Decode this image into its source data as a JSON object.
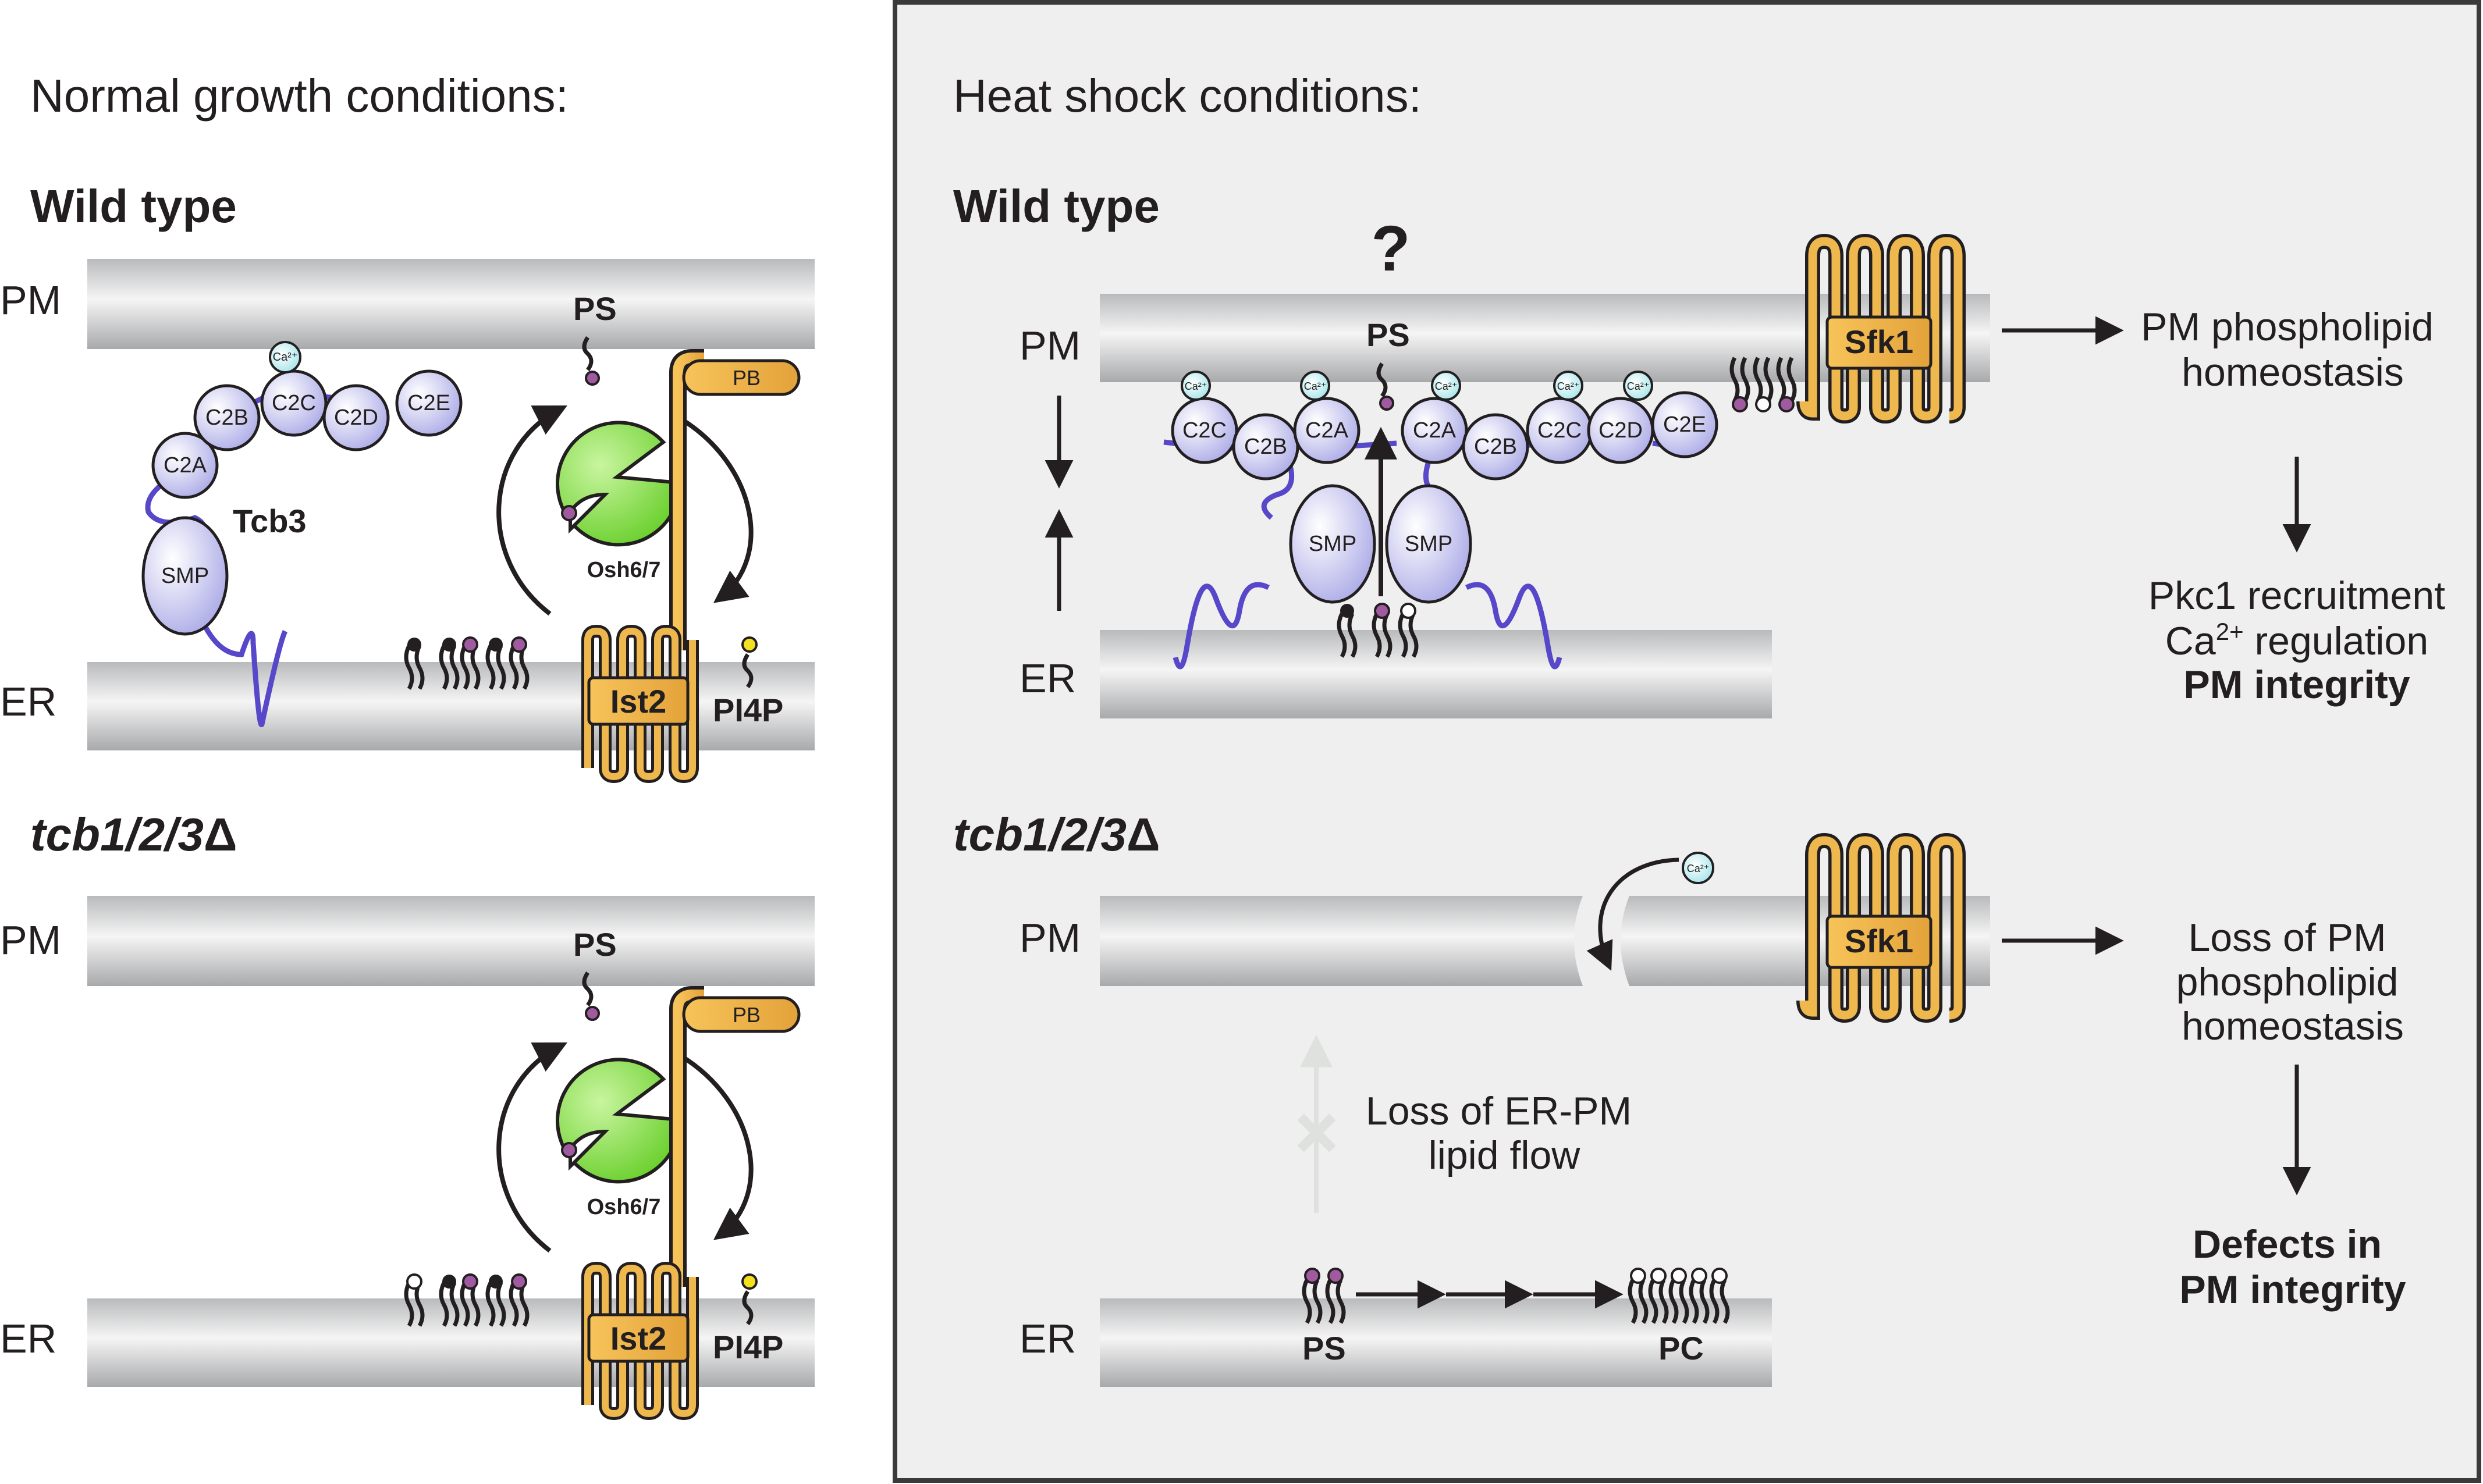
{
  "left": {
    "title": "Normal growth conditions:",
    "wt_label": "Wild type",
    "tcb3_label": "Tcb3"
  },
  "right": {
    "title": "Heat shock conditions:",
    "wt_label": "Wild type",
    "question": "?",
    "outcome_wt": [
      "PM phospholipid",
      "homeostasis"
    ],
    "pkc1": "Pkc1 recruitment",
    "ca_base": "Ca",
    "ca_sup": "2+",
    "ca_reg": " regulation",
    "pm_integrity": "PM integrity",
    "outcome_mut": [
      "Loss of PM",
      "phospholipid",
      "homeostasis"
    ],
    "defects": [
      "Defects in",
      "PM integrity"
    ],
    "loss_flow": [
      "Loss of ER-PM",
      "lipid flow"
    ]
  },
  "labels": {
    "pm": "PM",
    "er": "ER",
    "ps": "PS",
    "pc": "PC",
    "pi4p": "PI4P",
    "pb": "PB",
    "ist2": "Ist2",
    "sfk1": "Sfk1",
    "osh": "Osh6/7",
    "smp": "SMP",
    "c2a": "C2A",
    "c2b": "C2B",
    "c2c": "C2C",
    "c2d": "C2D",
    "c2e": "C2E",
    "ca": "Ca²⁺",
    "mutant_prefix": "tcb1/2/3",
    "delta": "Δ"
  },
  "colors": {
    "tether_linker": "#5747c9",
    "domain_fill": "#a9a8e6",
    "osh_green": "#5fcb1f",
    "ist2_orange": "#efb84e",
    "ps_headgroup": "#a05aa0",
    "pi4p_headgroup": "#f3e11f",
    "calcium": "#9fe3e8",
    "panel_background": "#efefef"
  }
}
